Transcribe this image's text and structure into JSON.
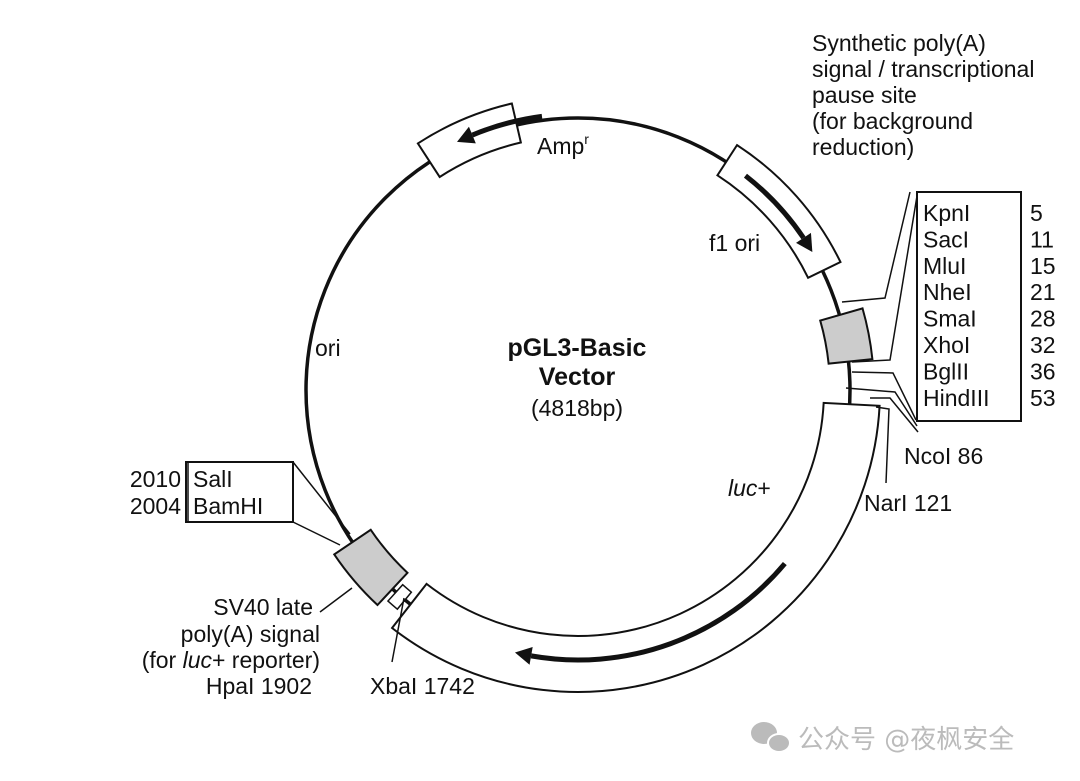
{
  "title": {
    "line1": "pGL3-Basic",
    "line2": "Vector",
    "size": "(4818bp)"
  },
  "features": {
    "amp": "Amp",
    "amp_sup": "r",
    "f1ori": "f1 ori",
    "ori": "ori",
    "luc": "luc",
    "luc_plus": "+"
  },
  "polyA_note": [
    "Synthetic poly(A)",
    "signal / transcriptional",
    "pause site",
    "(for background",
    "reduction)"
  ],
  "mcs": [
    {
      "name": "KpnI",
      "pos": "5"
    },
    {
      "name": "SacI",
      "pos": "11"
    },
    {
      "name": "MluI",
      "pos": "15"
    },
    {
      "name": "NheI",
      "pos": "21"
    },
    {
      "name": "SmaI",
      "pos": "28"
    },
    {
      "name": "XhoI",
      "pos": "32"
    },
    {
      "name": "BglII",
      "pos": "36"
    },
    {
      "name": "HindIII",
      "pos": "53"
    }
  ],
  "sites": {
    "ncoi": "NcoI 86",
    "nari": "NarI 121",
    "xbai": "XbaI 1742",
    "hpai": "HpaI 1902"
  },
  "left_box": [
    {
      "pos": "2010",
      "name": "SalI"
    },
    {
      "pos": "2004",
      "name": "BamHI"
    }
  ],
  "sv40": {
    "line1": "SV40 late",
    "line2": "poly(A) signal",
    "line3a": "(for ",
    "line3b": "luc",
    "line3c": "+ reporter)"
  },
  "watermark": "公众号 @夜枫安全",
  "colors": {
    "box_gray": "#cccccc",
    "line": "#111111"
  }
}
